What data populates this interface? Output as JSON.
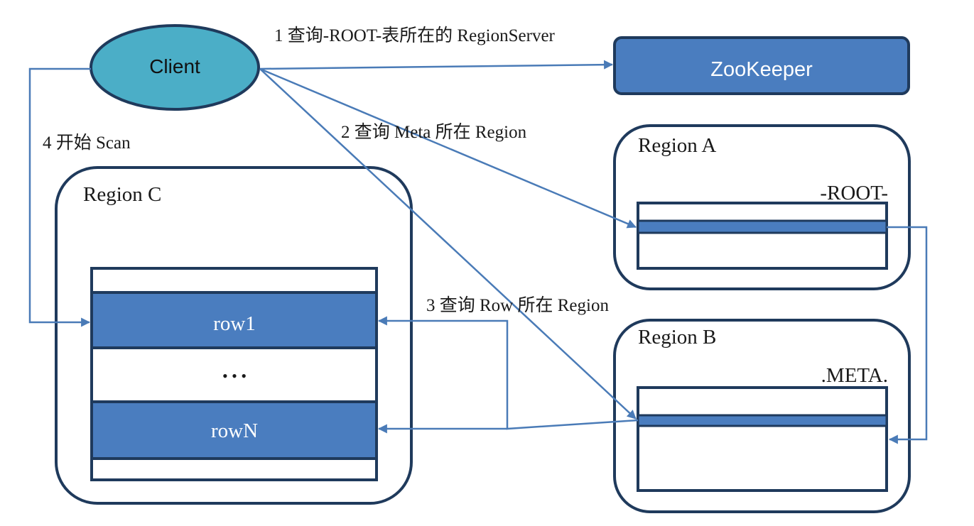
{
  "nodes": {
    "client": "Client",
    "zookeeper": "ZooKeeper",
    "region_a": {
      "title": "Region A",
      "table": "-ROOT-"
    },
    "region_b": {
      "title": "Region B",
      "table": ".META."
    },
    "region_c": {
      "title": "Region C",
      "row_first": "row1",
      "ellipsis": "• • •",
      "row_last": "rowN"
    }
  },
  "steps": {
    "step1": "1  查询-ROOT-表所在的 RegionServer",
    "step2": "2  查询 Meta 所在 Region",
    "step3": "3  查询 Row 所在 Region",
    "step4": "4  开始 Scan"
  },
  "colors": {
    "stroke_dark": "#1f3a5c",
    "row_fill": "#4a7dbf",
    "client_fill": "#4baec7",
    "zk_fill": "#4a7dbf",
    "arrow": "#4a7bb7"
  }
}
